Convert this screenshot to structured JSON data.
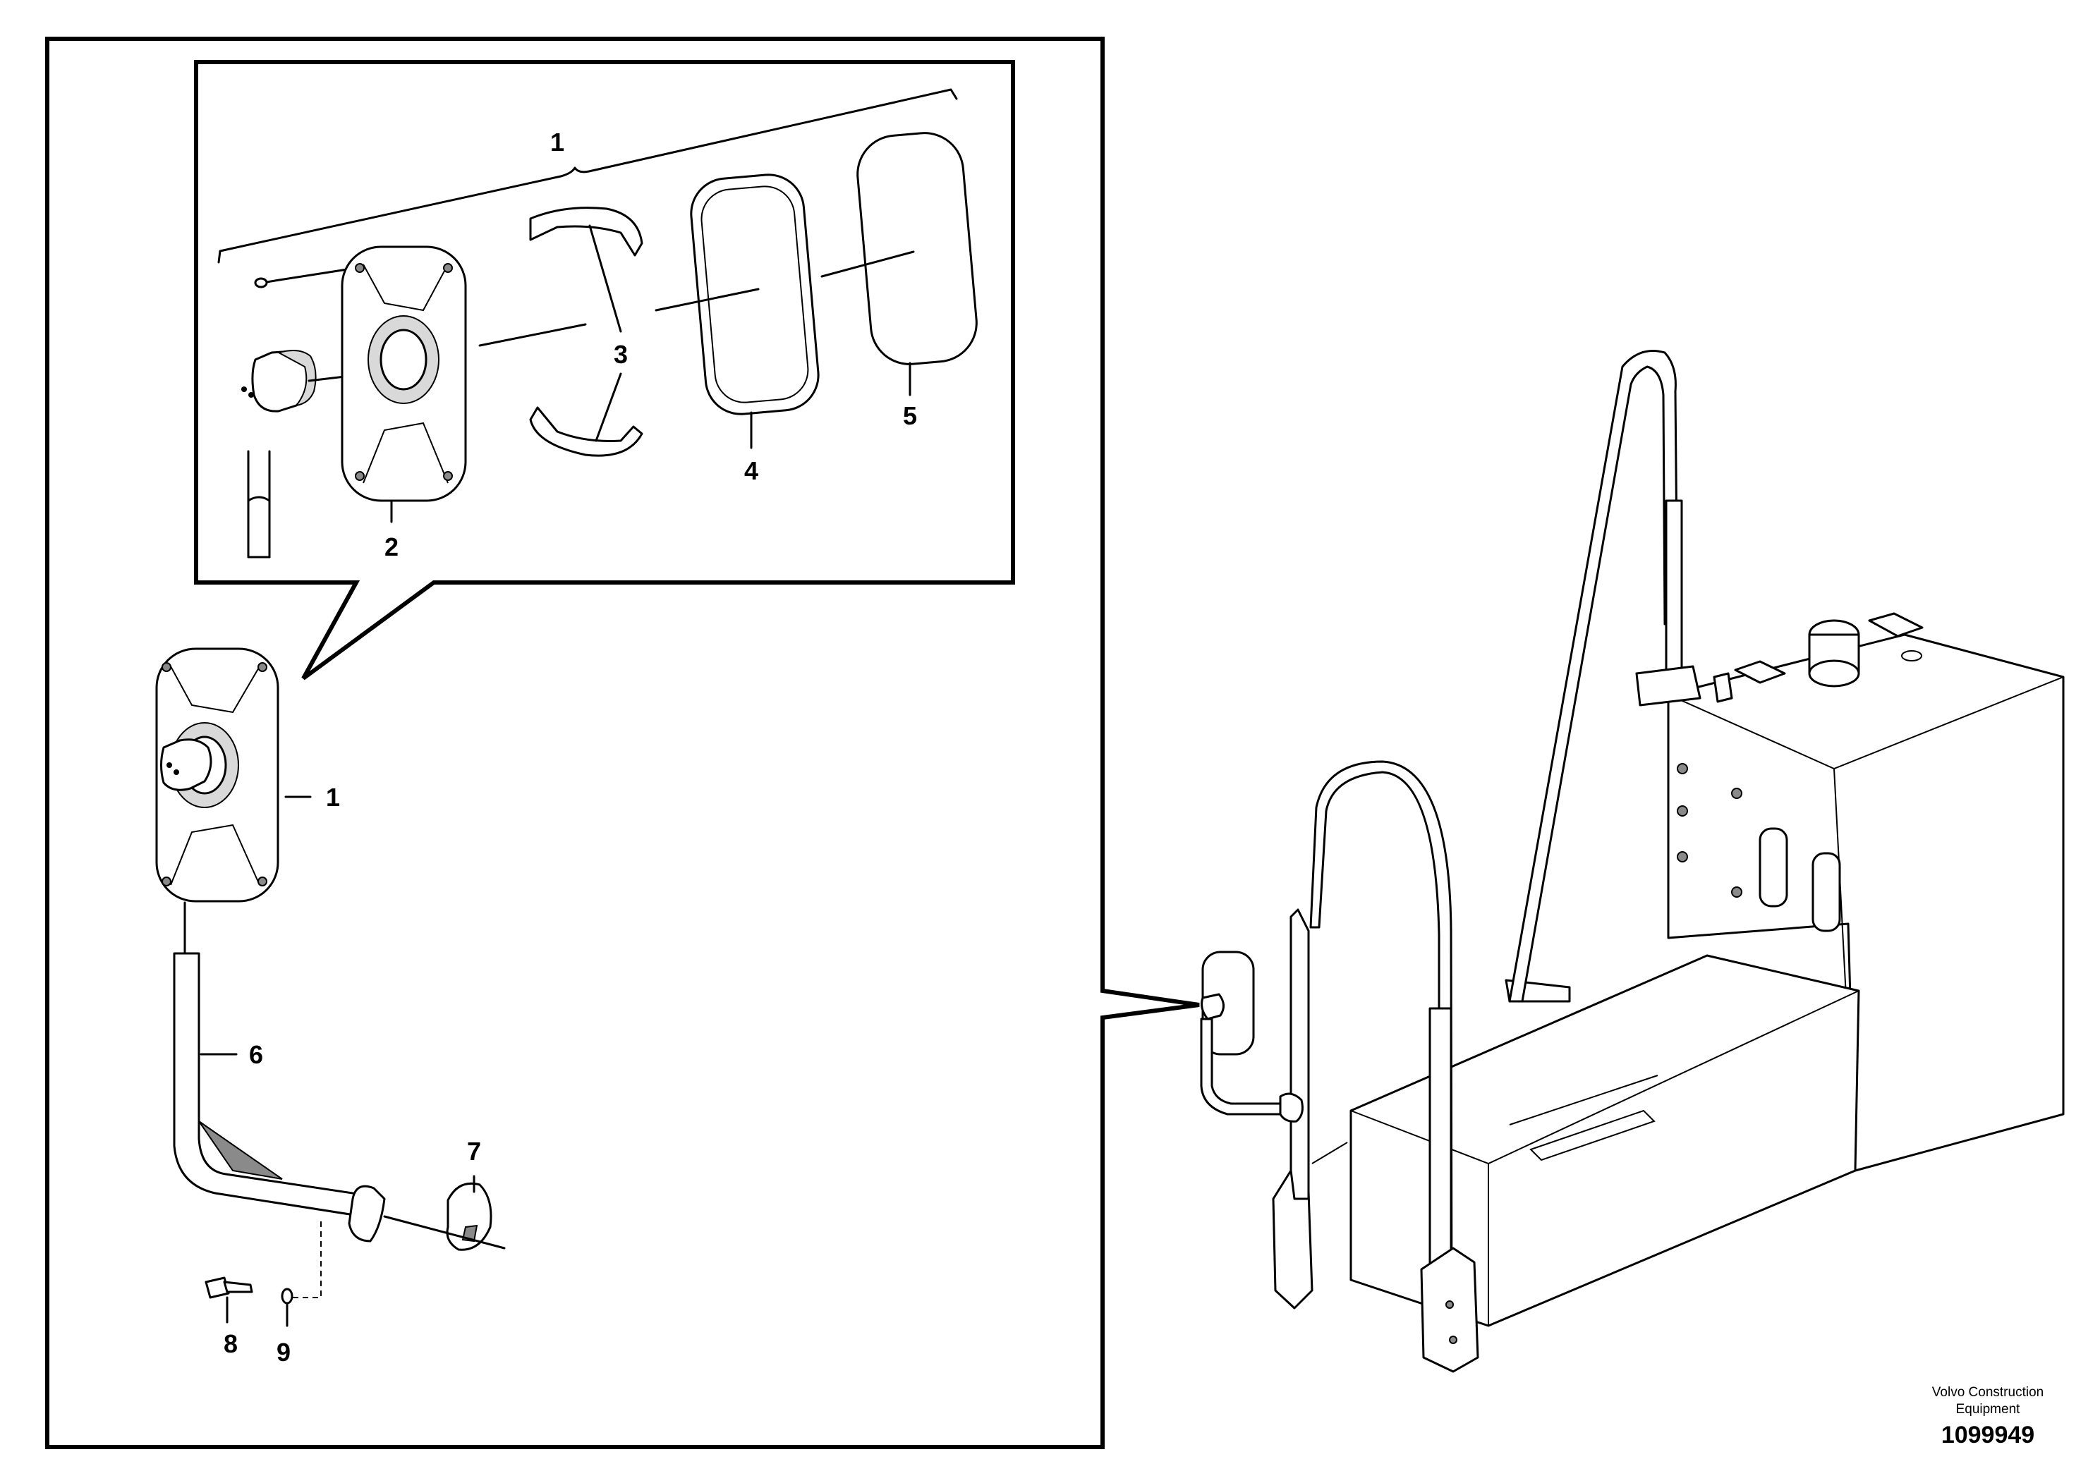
{
  "callouts": {
    "c1_top": "1",
    "c2": "2",
    "c3": "3",
    "c4": "4",
    "c5": "5",
    "c1_side": "1",
    "c6": "6",
    "c7": "7",
    "c8": "8",
    "c9": "9"
  },
  "credit": {
    "line1": "Volvo Construction",
    "line2": "Equipment"
  },
  "doc_number": "1099949"
}
